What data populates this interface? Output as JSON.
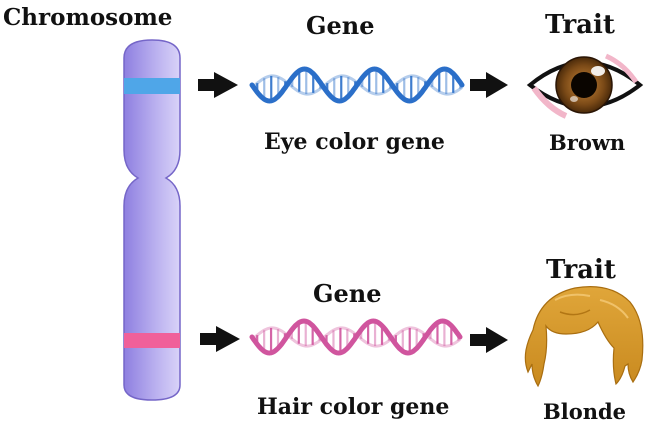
{
  "chromosome_title": "Chromosome",
  "rows": [
    {
      "gene_heading": "Gene",
      "gene_caption": "Eye color gene",
      "trait_heading": "Trait",
      "trait_value": "Brown",
      "band_color": "#4fa6e8",
      "helix_color": "#2b6fc9",
      "trait_icon": "brown-eye-icon"
    },
    {
      "gene_heading": "Gene",
      "gene_caption": "Hair color gene",
      "trait_heading": "Trait",
      "trait_value": "Blonde",
      "band_color": "#f0609a",
      "helix_color": "#d0559e",
      "trait_icon": "blonde-hair-icon"
    }
  ],
  "colors": {
    "chromosome": "#a99ee8",
    "iris": "#7b4a17",
    "hair": "#d6982a"
  }
}
